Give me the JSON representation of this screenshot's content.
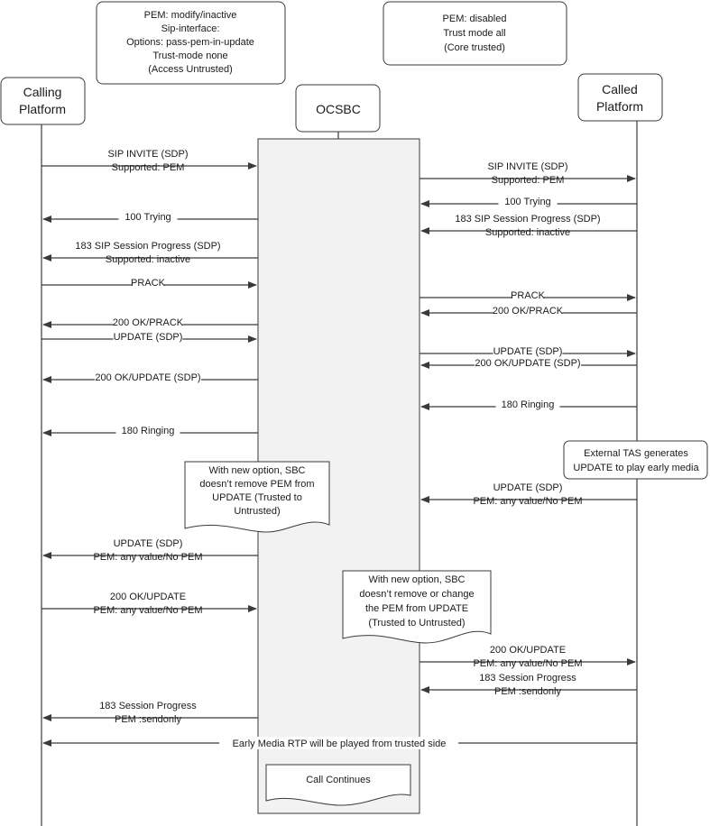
{
  "participants": {
    "calling": [
      "Calling",
      "Platform"
    ],
    "ocsbc": "OCSBC",
    "called": [
      "Called",
      "Platform"
    ]
  },
  "config_notes": {
    "access": [
      "PEM: modify/inactive",
      "Sip-interface:",
      "Options: pass-pem-in-update",
      "Trust-mode none",
      "(Access Untrusted)"
    ],
    "core": [
      "PEM: disabled",
      "Trust mode all",
      "(Core trusted)"
    ]
  },
  "left_messages": [
    {
      "lines": [
        "SIP INVITE (SDP)",
        "Supported: PEM"
      ],
      "dir": "right"
    },
    {
      "lines": [
        "100 Trying"
      ],
      "dir": "left"
    },
    {
      "lines": [
        "183 SIP Session Progress (SDP)",
        "Supported: inactive"
      ],
      "dir": "left"
    },
    {
      "lines": [
        "PRACK"
      ],
      "dir": "right"
    },
    {
      "lines": [
        "200 OK/PRACK"
      ],
      "dir": "left"
    },
    {
      "lines": [
        "UPDATE (SDP)"
      ],
      "dir": "right"
    },
    {
      "lines": [
        "200 OK/UPDATE (SDP)"
      ],
      "dir": "left"
    },
    {
      "lines": [
        "180 Ringing"
      ],
      "dir": "left"
    },
    {
      "lines": [
        "UPDATE (SDP)",
        "PEM: any value/No PEM"
      ],
      "dir": "left"
    },
    {
      "lines": [
        "200 OK/UPDATE",
        "PEM: any value/No PEM"
      ],
      "dir": "right"
    },
    {
      "lines": [
        "183 Session Progress",
        "PEM :sendonly"
      ],
      "dir": "left"
    }
  ],
  "right_messages": [
    {
      "lines": [
        "SIP INVITE (SDP)",
        "Supported: PEM"
      ],
      "dir": "right"
    },
    {
      "lines": [
        "100 Trying"
      ],
      "dir": "left"
    },
    {
      "lines": [
        "183 SIP Session Progress (SDP)",
        "Supported: inactive"
      ],
      "dir": "left"
    },
    {
      "lines": [
        "PRACK"
      ],
      "dir": "right"
    },
    {
      "lines": [
        "200 OK/PRACK"
      ],
      "dir": "left"
    },
    {
      "lines": [
        "UPDATE (SDP)"
      ],
      "dir": "right"
    },
    {
      "lines": [
        "200 OK/UPDATE (SDP)"
      ],
      "dir": "left"
    },
    {
      "lines": [
        "180 Ringing"
      ],
      "dir": "left"
    },
    {
      "lines": [
        "UPDATE (SDP)",
        "PEM: any value/No PEM"
      ],
      "dir": "left"
    },
    {
      "lines": [
        "200 OK/UPDATE",
        "PEM: any value/No PEM"
      ],
      "dir": "right"
    },
    {
      "lines": [
        "183 Session Progress",
        "PEM :sendonly"
      ],
      "dir": "left"
    }
  ],
  "early_media": "Early Media RTP will be played from trusted side",
  "tas_note": [
    "External TAS generates",
    "UPDATE to play early media"
  ],
  "doc_notes": {
    "left": [
      "With new option, SBC",
      "doesn’t remove PEM from",
      "UPDATE (Trusted to",
      "Untrusted)"
    ],
    "right": [
      "With new option, SBC",
      "doesn’t remove or change",
      "the PEM from UPDATE",
      "(Trusted to Untrusted)"
    ]
  },
  "call_continues": "Call Continues",
  "colors": {
    "line": "#3a3a3a",
    "ocsbc_fill": "#f2f2f2",
    "text": "#1a1a1a"
  }
}
